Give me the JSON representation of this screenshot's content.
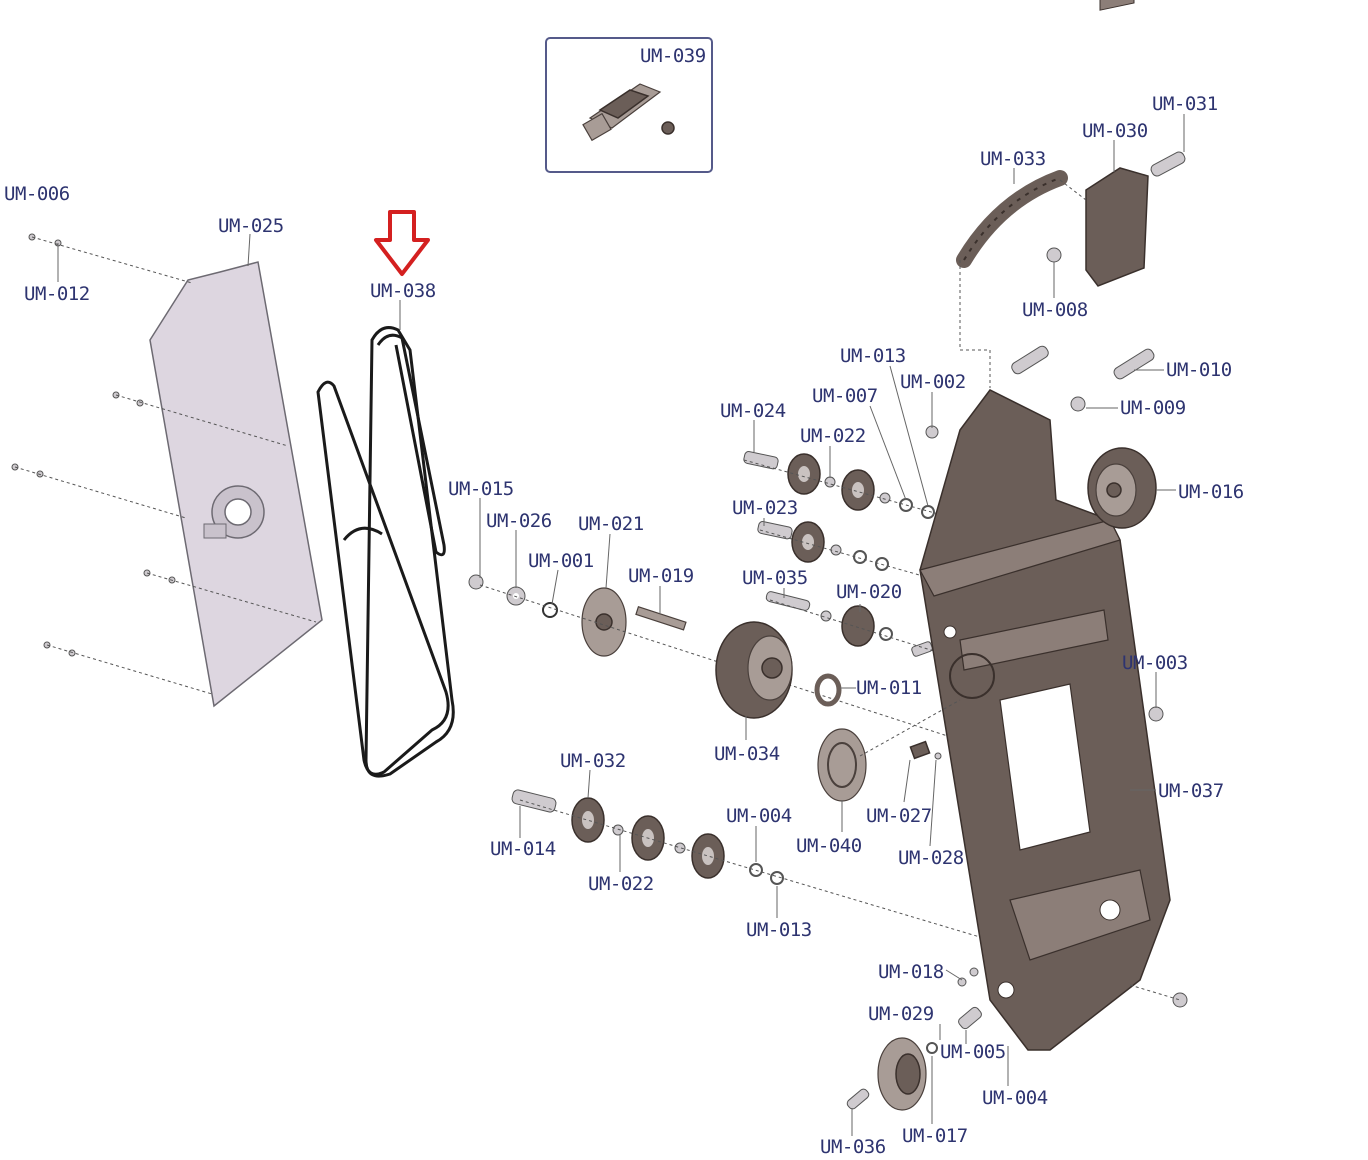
{
  "inset_label": "UM-039",
  "labels": {
    "um006": "UM-006",
    "um012a": "UM-012",
    "um025": "UM-025",
    "um038": "UM-038",
    "um015": "UM-015",
    "um026": "UM-026",
    "um001": "UM-001",
    "um021": "UM-021",
    "um019": "UM-019",
    "um024": "UM-024",
    "um022a": "UM-022",
    "um007": "UM-007",
    "um013a": "UM-013",
    "um002": "UM-002",
    "um023": "UM-023",
    "um035": "UM-035",
    "um020": "UM-020",
    "um033": "UM-033",
    "um030": "UM-030",
    "um031": "UM-031",
    "um008": "UM-008",
    "um010": "UM-010",
    "um009": "UM-009",
    "um016": "UM-016",
    "um003": "UM-003",
    "um011": "UM-011",
    "um034": "UM-034",
    "um037": "UM-037",
    "um027": "UM-027",
    "um040": "UM-040",
    "um028": "UM-028",
    "um032": "UM-032",
    "um014": "UM-014",
    "um022b": "UM-022",
    "um004a": "UM-004",
    "um013b": "UM-013",
    "um018": "UM-018",
    "um029": "UM-029",
    "um005": "UM-005",
    "um004b": "UM-004",
    "um036": "UM-036",
    "um017": "UM-017"
  },
  "colors": {
    "label": "#2e3470",
    "highlight_arrow": "#d42020",
    "frame": "#6b5e58",
    "plate": "#ddd6e0"
  },
  "icons": [
    "down-arrow-icon"
  ]
}
